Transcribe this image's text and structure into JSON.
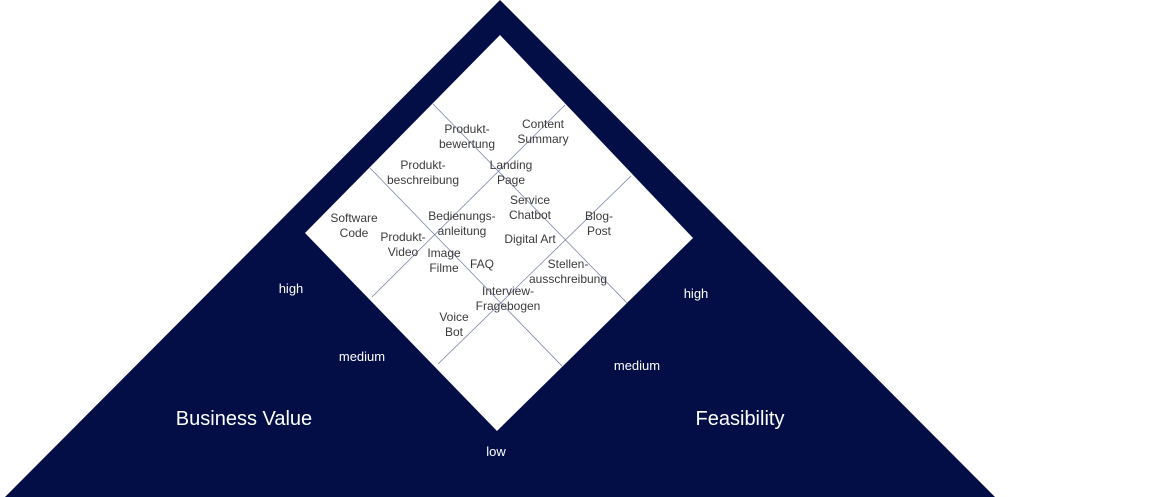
{
  "colors": {
    "primary": "#020e45",
    "background": "#ffffff",
    "grid": "#3c4a8a",
    "text": "#3a3a3a"
  },
  "axes": {
    "left": {
      "title": "Business Value",
      "high": "high",
      "medium": "medium"
    },
    "right": {
      "title": "Feasibility",
      "high": "high",
      "medium": "medium"
    },
    "bottom": {
      "low": "low"
    }
  },
  "items": [
    {
      "id": "produktbewertung",
      "lines": [
        "Produkt-",
        "bewertung"
      ]
    },
    {
      "id": "content-summary",
      "lines": [
        "Content",
        "Summary"
      ]
    },
    {
      "id": "produktbeschreibung",
      "lines": [
        "Produkt-",
        "beschreibung"
      ]
    },
    {
      "id": "landing-page",
      "lines": [
        "Landing",
        "Page"
      ]
    },
    {
      "id": "service-chatbot",
      "lines": [
        "Service",
        "Chatbot"
      ]
    },
    {
      "id": "software-code",
      "lines": [
        "Software",
        "Code"
      ]
    },
    {
      "id": "bedienungsanleitung",
      "lines": [
        "Bedienungs-",
        "anleitung"
      ]
    },
    {
      "id": "blog-post",
      "lines": [
        "Blog-",
        "Post"
      ]
    },
    {
      "id": "digital-art",
      "lines": [
        "Digital Art"
      ]
    },
    {
      "id": "produkt-video",
      "lines": [
        "Produkt-",
        "Video"
      ]
    },
    {
      "id": "image-filme",
      "lines": [
        "Image",
        "Filme"
      ]
    },
    {
      "id": "faq",
      "lines": [
        "FAQ"
      ]
    },
    {
      "id": "stellenausschreibung",
      "lines": [
        "Stellen-",
        "ausschreibung"
      ]
    },
    {
      "id": "interview-fragebogen",
      "lines": [
        "Interview-",
        "Fragebogen"
      ]
    },
    {
      "id": "voice-bot",
      "lines": [
        "Voice",
        "Bot"
      ]
    }
  ]
}
